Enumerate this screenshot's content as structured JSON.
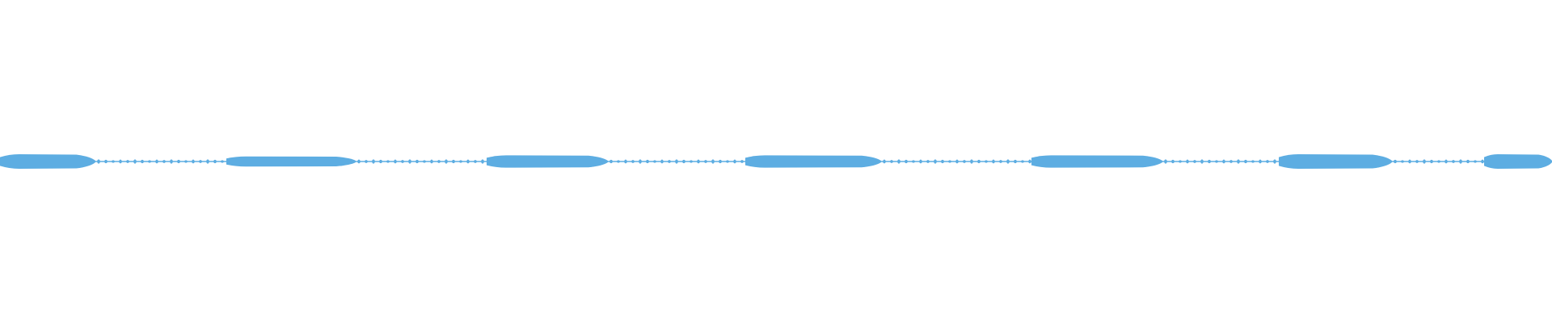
{
  "waveform": {
    "color": "#5dade2",
    "background": "#ffffff",
    "segments": [
      {
        "level": 1.0
      },
      {
        "level": 0.02
      },
      {
        "level": 0.7
      },
      {
        "level": 0.02
      },
      {
        "level": 0.85
      },
      {
        "level": 0.02
      },
      {
        "level": 0.85
      },
      {
        "level": 0.02
      },
      {
        "level": 0.85
      },
      {
        "level": 0.02
      },
      {
        "level": 1.0
      },
      {
        "level": 0.02
      },
      {
        "level": 1.0
      }
    ]
  }
}
